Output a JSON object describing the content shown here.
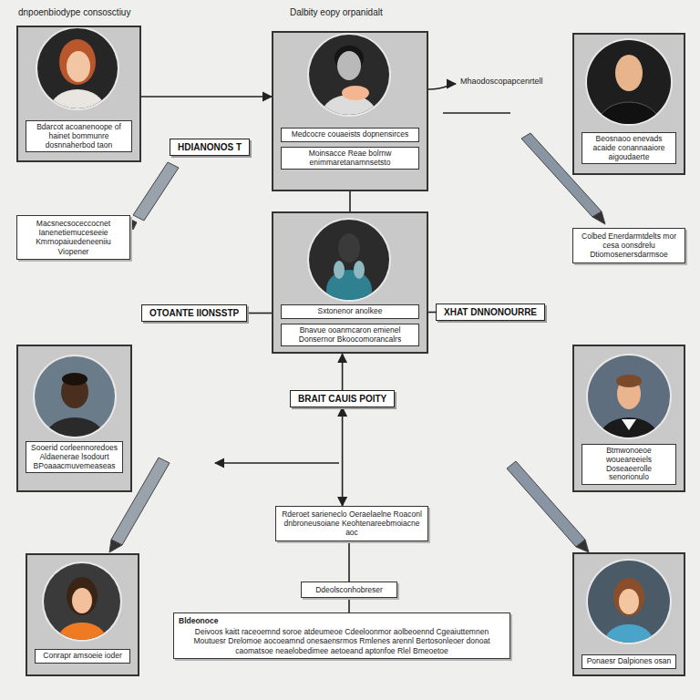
{
  "diagram": {
    "title": "Dalbity eopy orpanidalt",
    "nodes": [
      {
        "text": [
          "Bdarcot acoanenoope of hainet bommunre dosnnaherbod taon"
        ]
      },
      {
        "text": [
          "Medcocre couaeists dopnensirces",
          "Moinsacce Reae bolrnw enimmaretanamnsetsto"
        ]
      },
      {
        "text": [
          "Beosnaoo enevads acaide conannaaiore aigoudaerte"
        ]
      },
      {
        "text": [
          "HDIANONOS T"
        ]
      },
      {
        "text": [
          "Macsnecsoceccocnet Ianenetiemuceseeie Kmrnopaiuedeneeniiu Viopener"
        ]
      },
      {
        "text": [
          "Sxtonenor anolkee",
          "Bnavue ooanmcaron emienel Donsernor Bkoocomorancalrs"
        ]
      },
      {
        "text": [
          "Colbed Enerdarmtdelts mor cesa oonsdrelu Dtiomosenersdarmsoe"
        ]
      },
      {
        "text": [
          "OTOANTE IIONSSTP"
        ]
      },
      {
        "text": [
          "XHAT DNNONOURRE"
        ]
      },
      {
        "text": [
          "Sooerid corleennoredoes Aldaenerae lsodourt BPoaaacmuvemeaseas"
        ]
      },
      {
        "text": [
          "Btmwonoeoe woueareeiels Doseaeerolle senorionulo"
        ]
      },
      {
        "text": [
          "BRAIT CAUIS POITY"
        ]
      },
      {
        "text": [
          "Rderoet sarieneclo Oeraelaelne Roaconl dnbroneusoiane Keohtenareebmoiacne aoc"
        ]
      },
      {
        "text": [
          "Conrapr amsoeie ioder"
        ]
      },
      {
        "text": [
          "Ponaesr Dalpiones osan"
        ]
      },
      {
        "text": [
          "Ddeolsconhobreser"
        ]
      },
      {
        "text": [
          "Bldeonoce",
          "Deivoos kaitt raceoemnd soroe atdeumeoe Cdeeloonmor aolbeoennd Cgeaiuttemnen Moutuesr Drelomoe aocoeamnd onesaensrmos Rmlenes arennl Bertosonleoer donoat caomatsoe neaelobedimee aetoeand aptonfoe Rlel Bmeoetoe"
        ]
      }
    ],
    "edges": [
      {
        "from": 0,
        "to": 1,
        "arrow": "to"
      },
      {
        "from": 1,
        "to": 5,
        "arrow": "none"
      },
      {
        "from": 11,
        "to": 5,
        "arrow": "to"
      },
      {
        "from": 11,
        "to": 12,
        "arrow": "both"
      },
      {
        "from": 12,
        "to": 15,
        "arrow": "none"
      },
      {
        "from": 15,
        "to": 16,
        "arrow": "none"
      },
      {
        "from": 5,
        "to": 7,
        "arrow": "none"
      },
      {
        "from": 5,
        "to": 8,
        "arrow": "none"
      }
    ],
    "labels": [
      "dnpoenbiodype consosctiuy",
      "Mhaodoscopapcenrtell"
    ]
  }
}
